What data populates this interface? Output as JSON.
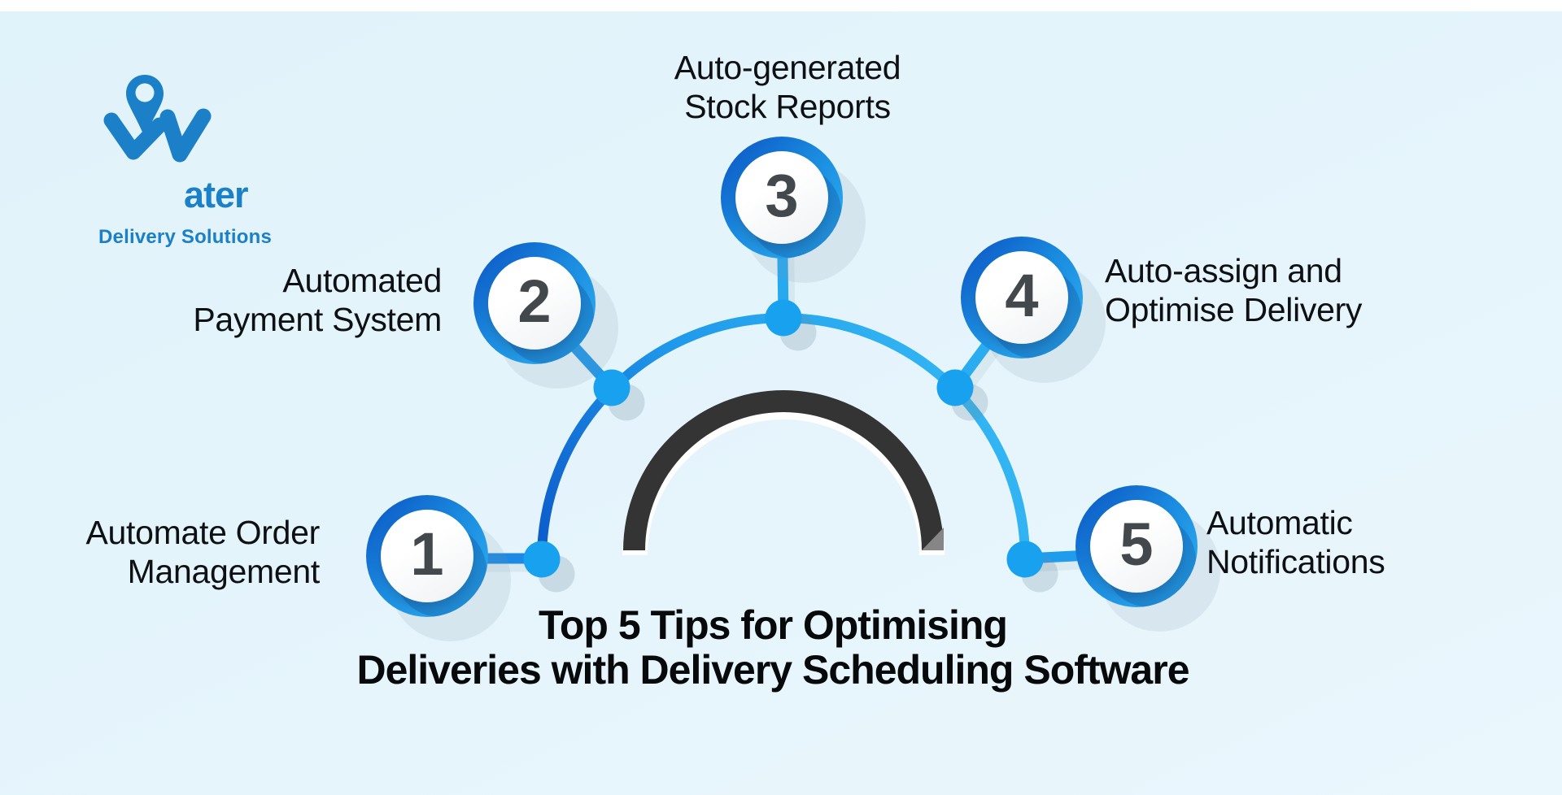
{
  "logo": {
    "brand_suffix": "ater",
    "tagline": "Delivery Solutions"
  },
  "title": {
    "line1": "Top 5 Tips for Optimising",
    "line2": "Deliveries with Delivery Scheduling Software"
  },
  "steps": [
    {
      "number": "1",
      "label_lines": [
        "Automate Order",
        "Management"
      ]
    },
    {
      "number": "2",
      "label_lines": [
        "Automated",
        "Payment System"
      ]
    },
    {
      "number": "3",
      "label_lines": [
        "Auto-generated",
        "Stock Reports"
      ]
    },
    {
      "number": "4",
      "label_lines": [
        "Auto-assign and",
        "Optimise Delivery"
      ]
    },
    {
      "number": "5",
      "label_lines": [
        "Automatic",
        "Notifications"
      ]
    }
  ],
  "colors": {
    "bg_top": "#e0f2fa",
    "bg_bottom": "#eaf7fd",
    "white": "#ffffff",
    "accent_dark": "#0a52c2",
    "accent": "#1b8ce0",
    "accent_light": "#31b4f2",
    "dot_blue": "#17a1ee",
    "arc_dark_end": "#0c58c8",
    "arc_light_end": "#38bbf5",
    "logo_blue": "#1b80c7",
    "number_text": "#43484c",
    "label_text": "#0e1013",
    "title_text": "#07090b",
    "semicircle_dark": "#343434",
    "semicircle_bevel": "#868686"
  }
}
